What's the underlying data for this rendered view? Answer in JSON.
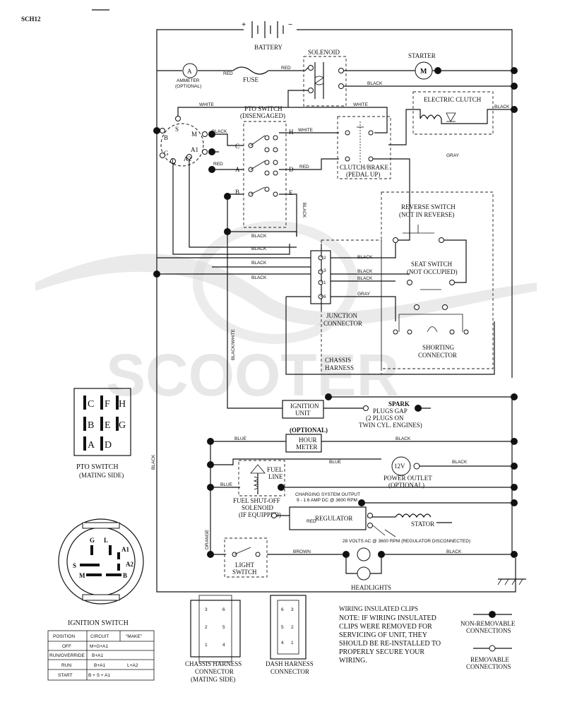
{
  "header": {
    "code": "SCH12"
  },
  "components": {
    "battery": "BATTERY",
    "battery_pos": "+",
    "battery_neg": "−",
    "solenoid": "SOLENOID",
    "starter": "STARTER",
    "starter_symbol": "M",
    "ammeter_symbol": "A",
    "ammeter": "AMMETER",
    "ammeter_opt": "(OPTIONAL)",
    "fuse": "FUSE",
    "pto_switch": "PTO SWITCH",
    "pto_state": "(DISENGAGED)",
    "electric_clutch": "ELECTRIC CLUTCH",
    "clutch_brake": "CLUTCH/BRAKE",
    "clutch_brake_state": "(PEDAL UP)",
    "reverse_switch": "REVERSE SWITCH",
    "reverse_state": "(NOT IN REVERSE)",
    "seat_switch": "SEAT SWITCH",
    "seat_state": "(NOT OCCUPIED)",
    "junction": "JUNCTION",
    "junction2": "CONNECTOR",
    "shorting": "SHORTING",
    "shorting2": "CONNECTOR",
    "chassis": "CHASSIS",
    "chassis2": "HARNESS",
    "ignition_unit1": "IGNITION",
    "ignition_unit2": "UNIT",
    "spark1": "SPARK",
    "spark2": "PLUGS GAP",
    "spark3": "(2 PLUGS ON",
    "spark4": "TWIN CYL. ENGINES)",
    "optional": "(OPTIONAL)",
    "hour1": "HOUR",
    "hour2": "METER",
    "outlet_volt": "12V",
    "outlet1": "POWER OUTLET",
    "outlet2": "(OPTIONAL)",
    "fuel_line1": "FUEL",
    "fuel_line2": "LINE",
    "fuel_sol1": "FUEL SHUT-OFF",
    "fuel_sol2": "SOLENOID",
    "fuel_sol3": "(IF EQUIPPED)",
    "charging1": "CHARGING SYSTEM OUTPUT",
    "charging2": "9 - 1 6 AMP DC @ 3600 RPM",
    "regulator": "REGULATOR",
    "stator": "STATOR",
    "ac_note": "28 VOLTS AC @ 3600 RPM (REGULATOR DISCONNECTED)",
    "light1": "LIGHT",
    "light2": "SWITCH",
    "headlights": "HEADLIGHTS"
  },
  "wire_labels": {
    "red": "RED",
    "black": "BLACK",
    "white": "WHITE",
    "gray": "GRAY",
    "blue": "BLUE",
    "black_white": "BLACK/WHITE",
    "orange": "ORANGE",
    "brown": "BROWN"
  },
  "ignition_terminals": {
    "b": "B",
    "s": "S",
    "m": "M",
    "g": "G",
    "a1": "A1",
    "l": "L",
    "a2": "A2"
  },
  "pto_terminals": {
    "c": "C",
    "h": "H",
    "a": "A",
    "d": "D",
    "b": "B",
    "e": "E"
  },
  "junction_pins": [
    "2",
    "3",
    "1",
    "6"
  ],
  "pto_mating": {
    "cells": [
      "C",
      "F",
      "H",
      "B",
      "E",
      "G",
      "A",
      "D"
    ],
    "title": "PTO SWITCH",
    "subtitle": "(MATING SIDE)"
  },
  "ignition_switch_view": {
    "title": "IGNITION SWITCH",
    "labels": {
      "g": "G",
      "l": "L",
      "a1": "A1",
      "s": "S",
      "a2": "A2",
      "m": "M",
      "b": "B"
    }
  },
  "ignition_table": {
    "headers": [
      "POSITION",
      "CIRCUIT",
      "\"MAKE\""
    ],
    "rows": [
      [
        "OFF",
        "M+G+A1",
        ""
      ],
      [
        "RUN/OVERRIDE",
        "B+A1",
        ""
      ],
      [
        "RUN",
        "B+A1",
        "L+A2"
      ],
      [
        "START",
        "B + S + A1",
        ""
      ]
    ]
  },
  "chassis_connector": {
    "pins": [
      "3",
      "6",
      "2",
      "5",
      "1",
      "4"
    ],
    "title1": "CHASSIS HARNESS",
    "title2": "CONNECTOR",
    "title3": "(MATING SIDE)"
  },
  "dash_connector": {
    "pins": [
      "6",
      "3",
      "5",
      "2",
      "4",
      "1"
    ],
    "title1": "DASH HARNESS",
    "title2": "CONNECTOR"
  },
  "notes": {
    "lines": [
      "WIRING INSULATED CLIPS",
      "NOTE:  IF WIRING INSULATED",
      "CLIPS WERE REMOVED FOR",
      "SERVICING OF UNIT, THEY",
      "SHOULD BE RE-INSTALLED TO",
      "PROPERLY SECURE YOUR",
      "WIRING."
    ]
  },
  "legend": {
    "nonremovable1": "NON-REMOVABLE",
    "nonremovable2": "CONNECTIONS",
    "removable1": "REMOVABLE",
    "removable2": "CONNECTIONS"
  },
  "watermark": "SCOOTER"
}
